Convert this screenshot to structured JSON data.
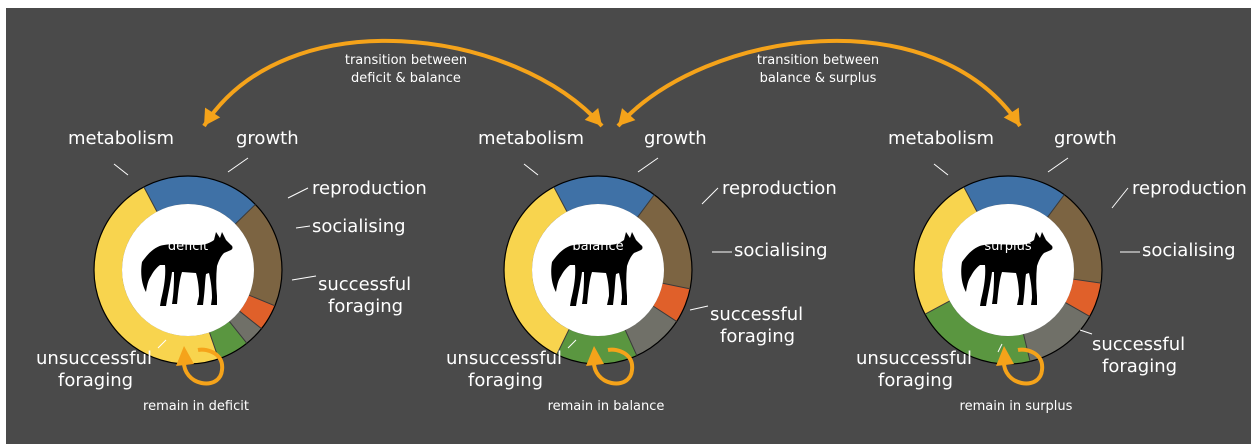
{
  "colors": {
    "background": "#4a4a4a",
    "arrow": "#f5a31a",
    "metabolism": "#3f71a6",
    "growth": "#7c6442",
    "reproduction": "#e0602a",
    "socialising": "#707068",
    "successful_foraging": "#5a9640",
    "unsuccessful_foraging": "#f8d44e"
  },
  "icons": {
    "animal": "wolf-silhouette-icon"
  },
  "transitions": [
    {
      "line1": "transition between",
      "line2": "deficit & balance"
    },
    {
      "line1": "transition between",
      "line2": "balance & surplus"
    }
  ],
  "states": [
    {
      "name": "deficit",
      "remain_label": "remain in deficit",
      "labels": {
        "metabolism": "metabolism",
        "growth": "growth",
        "reproduction": "reproduction",
        "socialising": "socialising",
        "successful_line1": "successful",
        "successful_line2": "foraging",
        "unsuccessful_line1": "unsuccessful",
        "unsuccessful_line2": "foraging"
      },
      "segments": [
        {
          "key": "metabolism",
          "fraction": 0.205
        },
        {
          "key": "growth",
          "fraction": 0.185
        },
        {
          "key": "reproduction",
          "fraction": 0.045
        },
        {
          "key": "socialising",
          "fraction": 0.035
        },
        {
          "key": "successful_foraging",
          "fraction": 0.055
        },
        {
          "key": "unsuccessful_foraging",
          "fraction": 0.475
        }
      ]
    },
    {
      "name": "balance",
      "remain_label": "remain in balance",
      "labels": {
        "metabolism": "metabolism",
        "growth": "growth",
        "reproduction": "reproduction",
        "socialising": "socialising",
        "successful_line1": "successful",
        "successful_line2": "foraging",
        "unsuccessful_line1": "unsuccessful",
        "unsuccessful_line2": "foraging"
      },
      "segments": [
        {
          "key": "metabolism",
          "fraction": 0.18
        },
        {
          "key": "growth",
          "fraction": 0.18
        },
        {
          "key": "reproduction",
          "fraction": 0.06
        },
        {
          "key": "socialising",
          "fraction": 0.09
        },
        {
          "key": "successful_foraging",
          "fraction": 0.14
        },
        {
          "key": "unsuccessful_foraging",
          "fraction": 0.35
        }
      ]
    },
    {
      "name": "surplus",
      "remain_label": "remain in surplus",
      "labels": {
        "metabolism": "metabolism",
        "growth": "growth",
        "reproduction": "reproduction",
        "socialising": "socialising",
        "successful_line1": "successful",
        "successful_line2": "foraging",
        "unsuccessful_line1": "unsuccessful",
        "unsuccessful_line2": "foraging"
      },
      "segments": [
        {
          "key": "metabolism",
          "fraction": 0.18
        },
        {
          "key": "growth",
          "fraction": 0.17
        },
        {
          "key": "reproduction",
          "fraction": 0.06
        },
        {
          "key": "socialising",
          "fraction": 0.13
        },
        {
          "key": "successful_foraging",
          "fraction": 0.21
        },
        {
          "key": "unsuccessful_foraging",
          "fraction": 0.25
        }
      ]
    }
  ]
}
